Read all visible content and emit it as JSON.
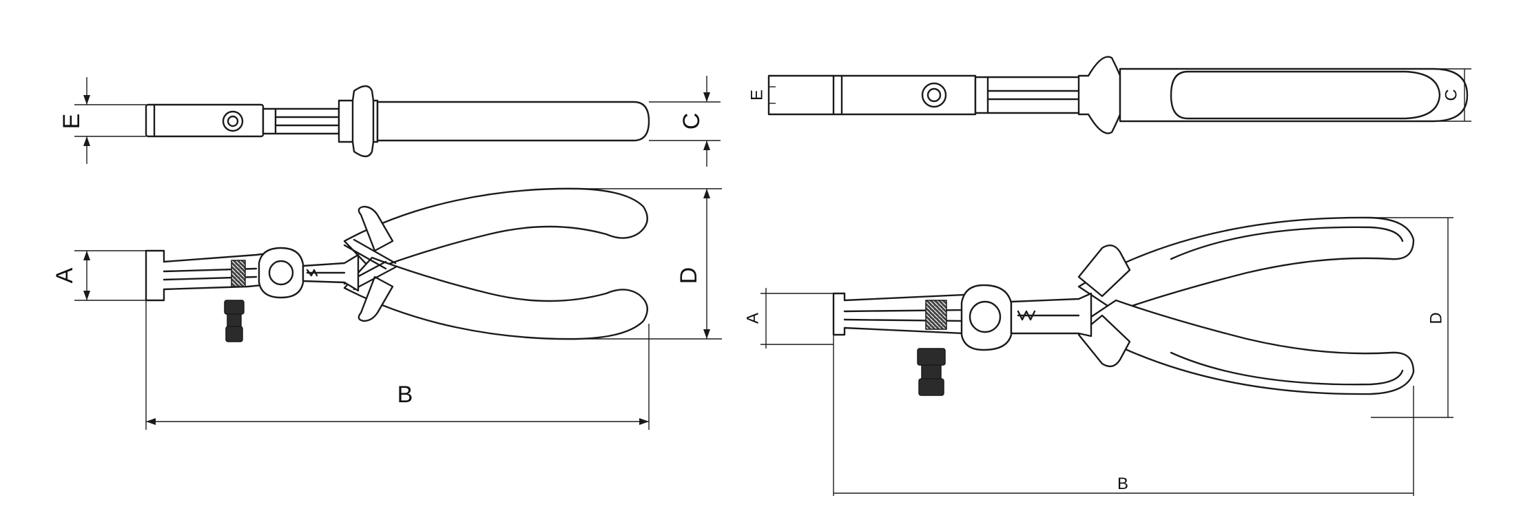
{
  "left_view": {
    "labels": {
      "A": "A",
      "B": "B",
      "C": "C",
      "D": "D",
      "E": "E"
    }
  },
  "right_view": {
    "labels": {
      "A": "A",
      "B": "B",
      "C": "C",
      "D": "D",
      "E": "E"
    }
  },
  "colors": {
    "line": "#1a1a1a",
    "background": "#ffffff",
    "screw": "#2b2b2b"
  }
}
